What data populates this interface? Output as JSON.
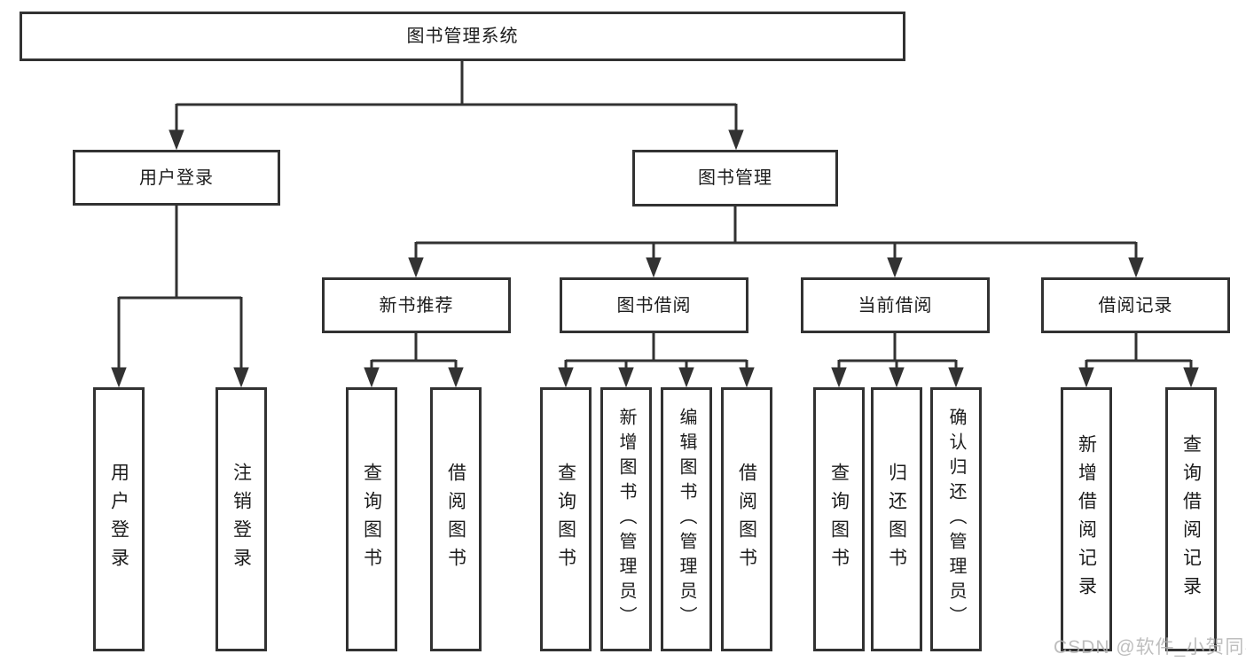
{
  "nodes": {
    "root": "图书管理系统",
    "user_login": "用户登录",
    "book_management": "图书管理",
    "new_book_recommend": "新书推荐",
    "book_borrow": "图书借阅",
    "current_borrow": "当前借阅",
    "borrow_records": "借阅记录"
  },
  "leaves": {
    "user_login": [
      "用户登录",
      "注销登录"
    ],
    "new_book_recommend": [
      "查询图书",
      "借阅图书"
    ],
    "book_borrow": [
      "查询图书",
      "新增图书（管理员）",
      "编辑图书（管理员）",
      "借阅图书"
    ],
    "current_borrow": [
      "查询图书",
      "归还图书",
      "确认归还（管理员）"
    ],
    "borrow_records": [
      "新增借阅记录",
      "查询借阅记录"
    ]
  },
  "watermark": "CSDN @软件_小贺同学",
  "colors": {
    "line": "#323232",
    "text": "#1c1c1c",
    "watermark": "#b3b3b3",
    "background": "#ffffff"
  }
}
